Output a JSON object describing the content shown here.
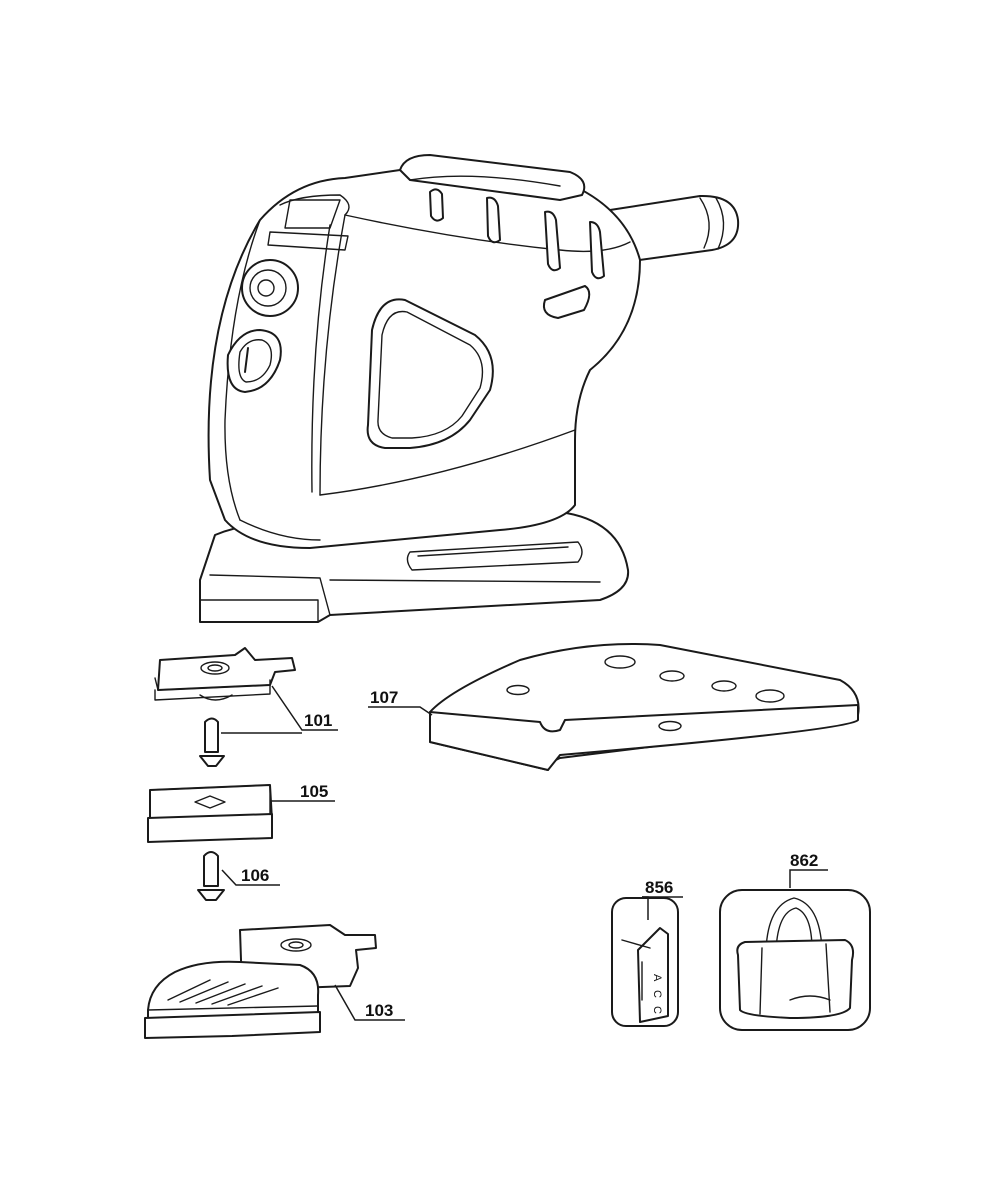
{
  "parts": {
    "p101": {
      "label": "101",
      "name": "pad-clamp"
    },
    "p105": {
      "label": "105",
      "name": "foam-pad"
    },
    "p106": {
      "label": "106",
      "name": "screw"
    },
    "p103": {
      "label": "103",
      "name": "finger-attachment"
    },
    "p107": {
      "label": "107",
      "name": "sanding-plate"
    },
    "p856": {
      "label": "856",
      "name": "accessory-card"
    },
    "p862": {
      "label": "862",
      "name": "carry-bag"
    }
  },
  "card_letters": [
    "A",
    "C",
    "C"
  ],
  "colors": {
    "line": "#1a1a1a",
    "background": "#ffffff"
  }
}
